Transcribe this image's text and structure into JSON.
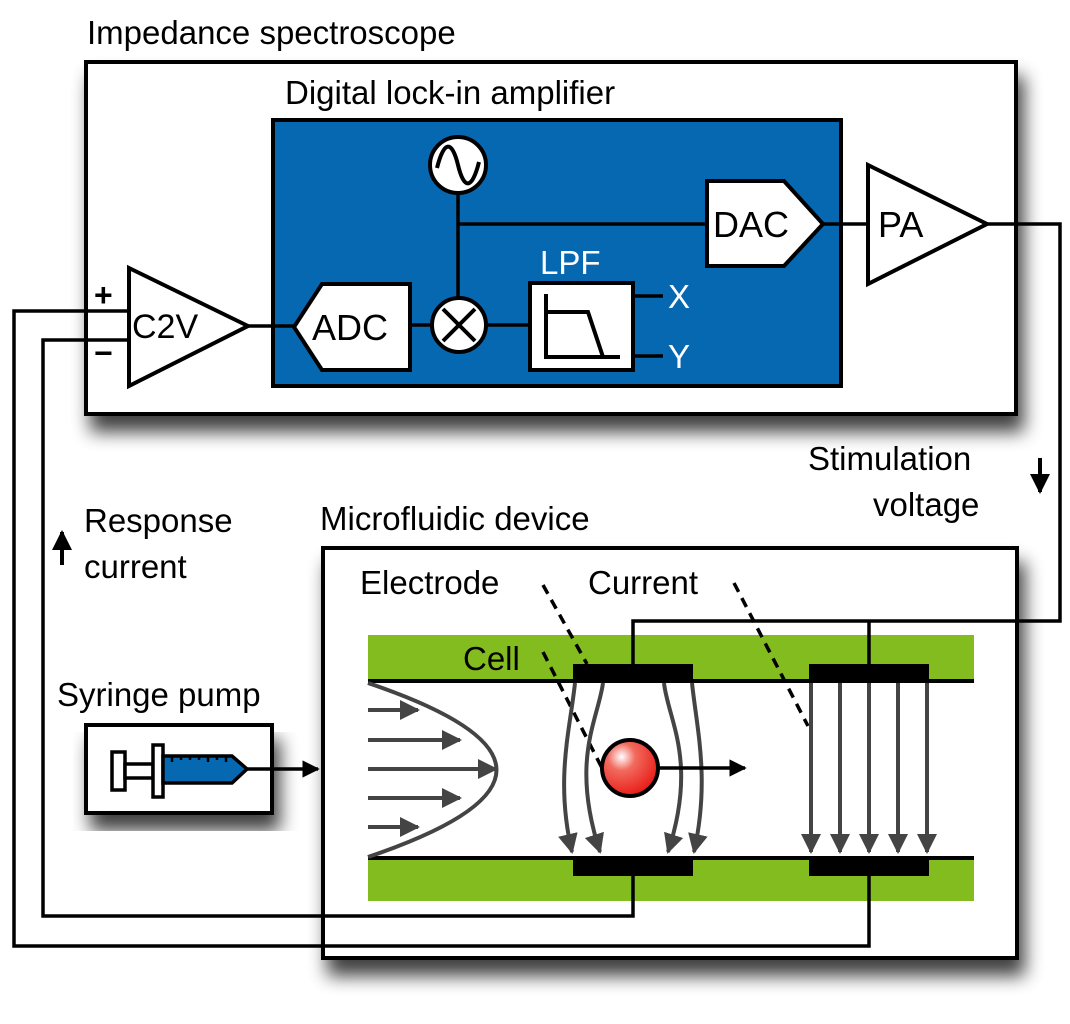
{
  "title": "Impedance spectroscope",
  "lockin": {
    "title": "Digital lock-in amplifier",
    "adc": "ADC",
    "dac": "DAC",
    "lpf": "LPF",
    "out_x": "X",
    "out_y": "Y",
    "oscillator_icon": "sine-wave-icon",
    "mixer_icon": "multiply-icon"
  },
  "c2v": {
    "label": "C2V",
    "plus": "+",
    "minus": "−"
  },
  "pa": {
    "label": "PA"
  },
  "stimulation": {
    "line1": "Stimulation",
    "line2": "voltage"
  },
  "response": {
    "line1": "Response",
    "line2": "current"
  },
  "device": {
    "title": "Microfluidic device",
    "electrode_label": "Electrode",
    "current_label": "Current",
    "cell_label": "Cell"
  },
  "pump": {
    "label": "Syringe pump"
  },
  "colors": {
    "lockin_blue": "#0768b2",
    "channel_green": "#82bc1f",
    "cell_red": "#e8201a",
    "flow_grey": "#444444"
  }
}
